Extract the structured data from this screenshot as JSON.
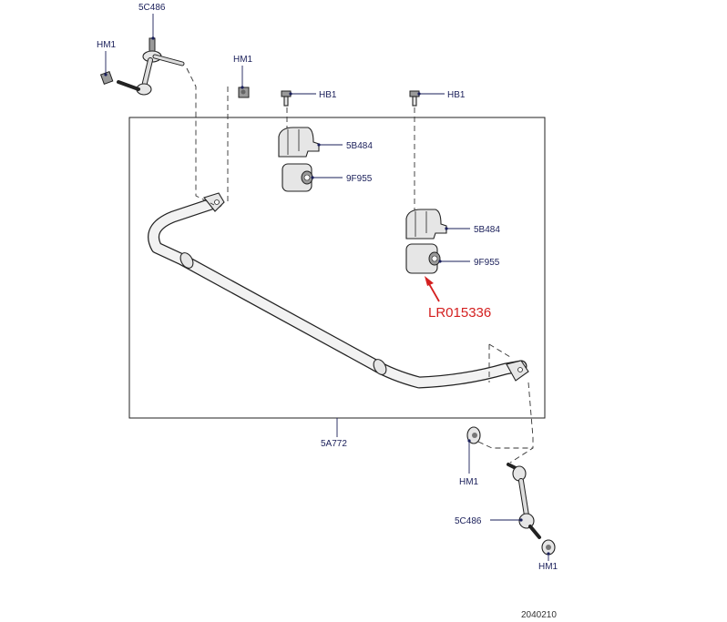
{
  "labels": {
    "link_top": "5C486",
    "hm1_top_left": "HM1",
    "hm1_top_mid": "HM1",
    "hb1_left": "HB1",
    "hb1_right": "HB1",
    "bracket_left": "5B484",
    "bush_left": "9F955",
    "bracket_right": "5B484",
    "bush_right": "9F955",
    "bar": "5A772",
    "hm1_bottom_mid": "HM1",
    "link_bottom": "5C486",
    "hm1_bottom_right": "HM1",
    "figure_number": "2040210"
  },
  "callout": {
    "part_number": "LR015336",
    "color": "#d42020"
  },
  "colors": {
    "label": "#1a1f5a",
    "line": "#222222"
  }
}
